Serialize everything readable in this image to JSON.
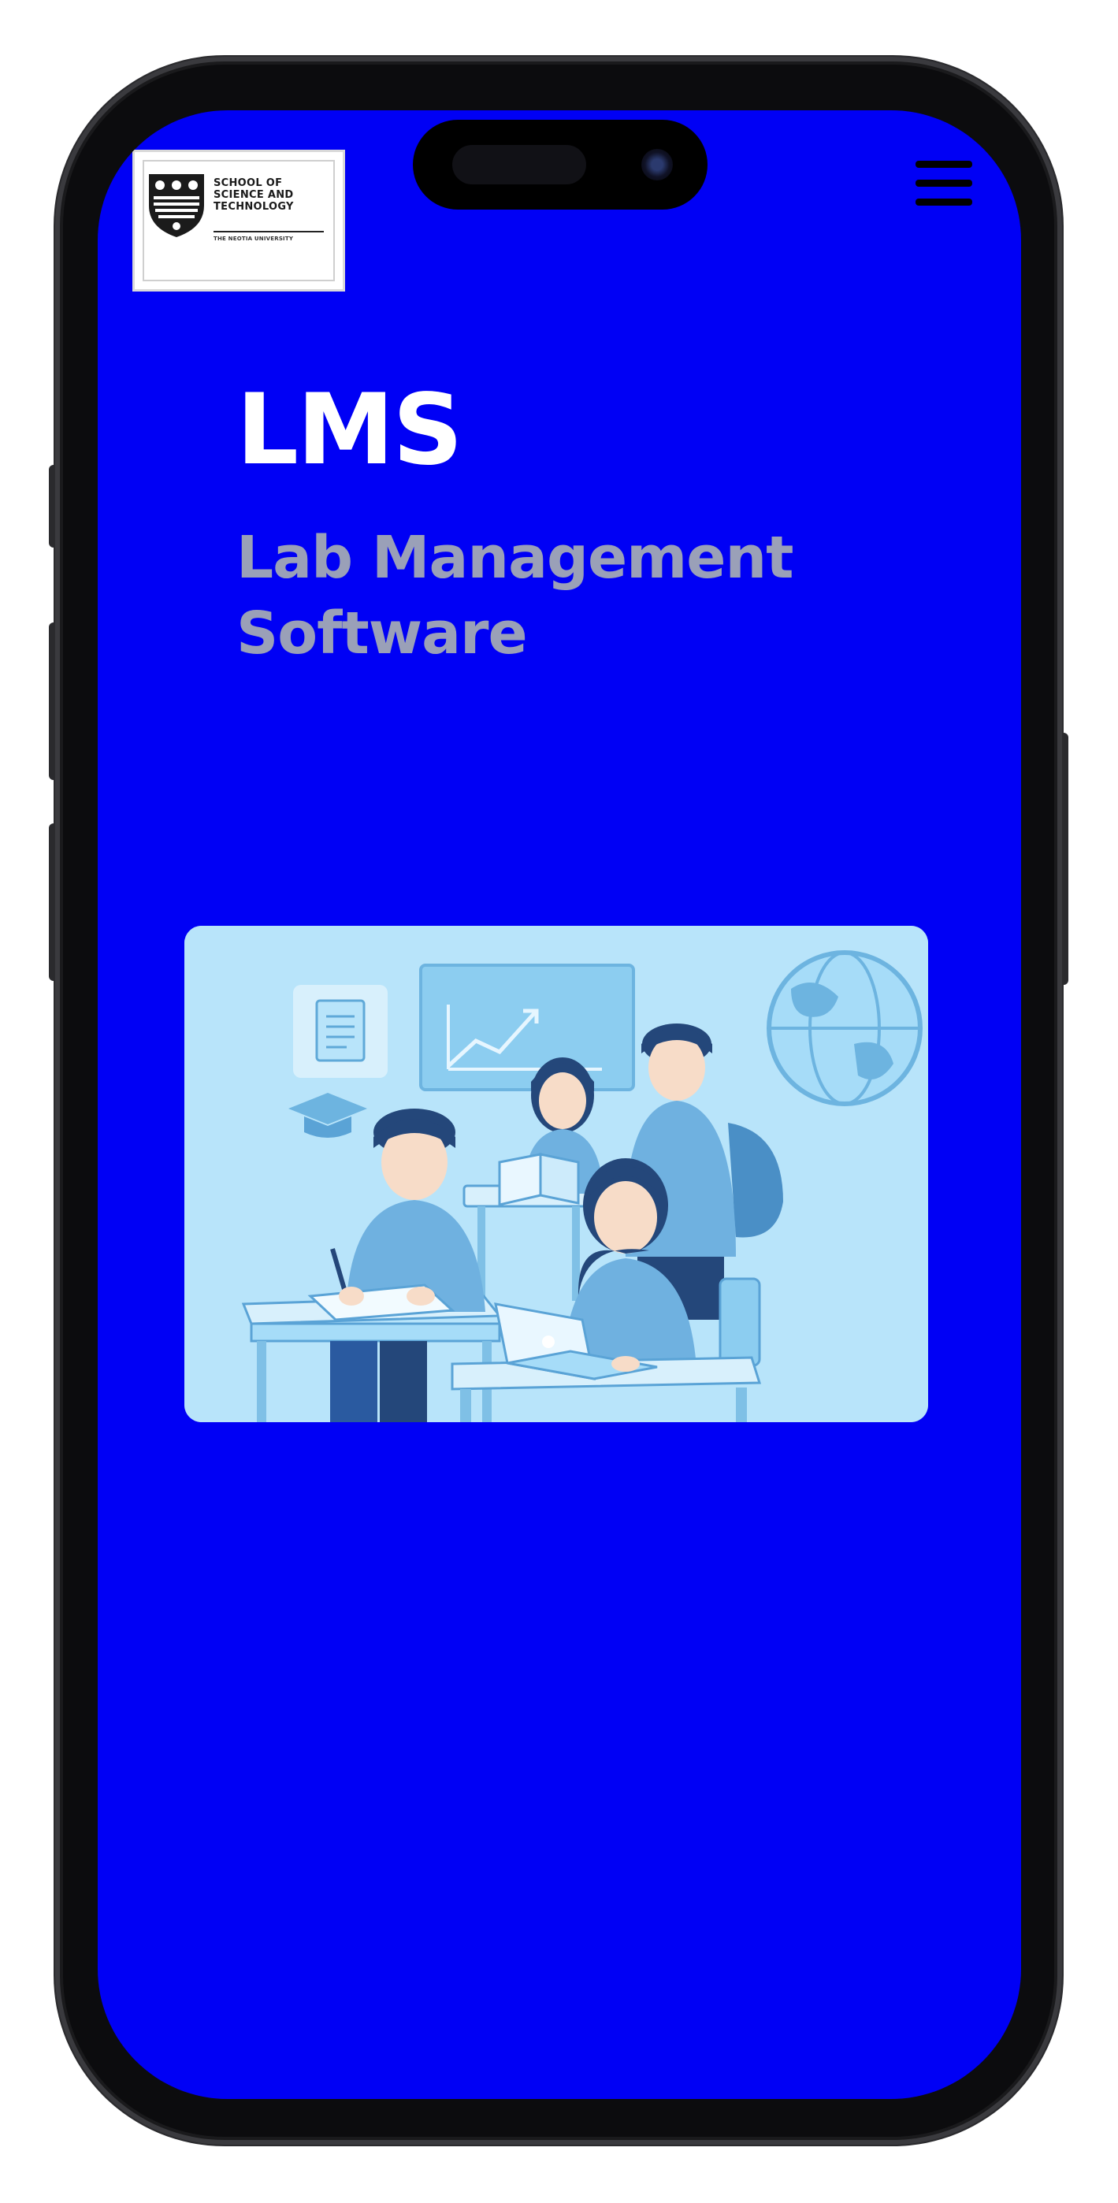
{
  "header": {
    "logo": {
      "lines": [
        "SCHOOL OF",
        "SCIENCE AND",
        "TECHNOLOGY"
      ],
      "tagline": "THE NEOTIA UNIVERSITY"
    },
    "menu_icon": "hamburger-menu-icon"
  },
  "hero": {
    "title": "LMS",
    "subtitle": "Lab Management Software",
    "illustration": "students-studying-illustration"
  },
  "colors": {
    "screen_background": "#0000f5",
    "title": "#ffffff",
    "subtitle": "#9aa0b8",
    "illustration_background": "#b8e4fa"
  }
}
